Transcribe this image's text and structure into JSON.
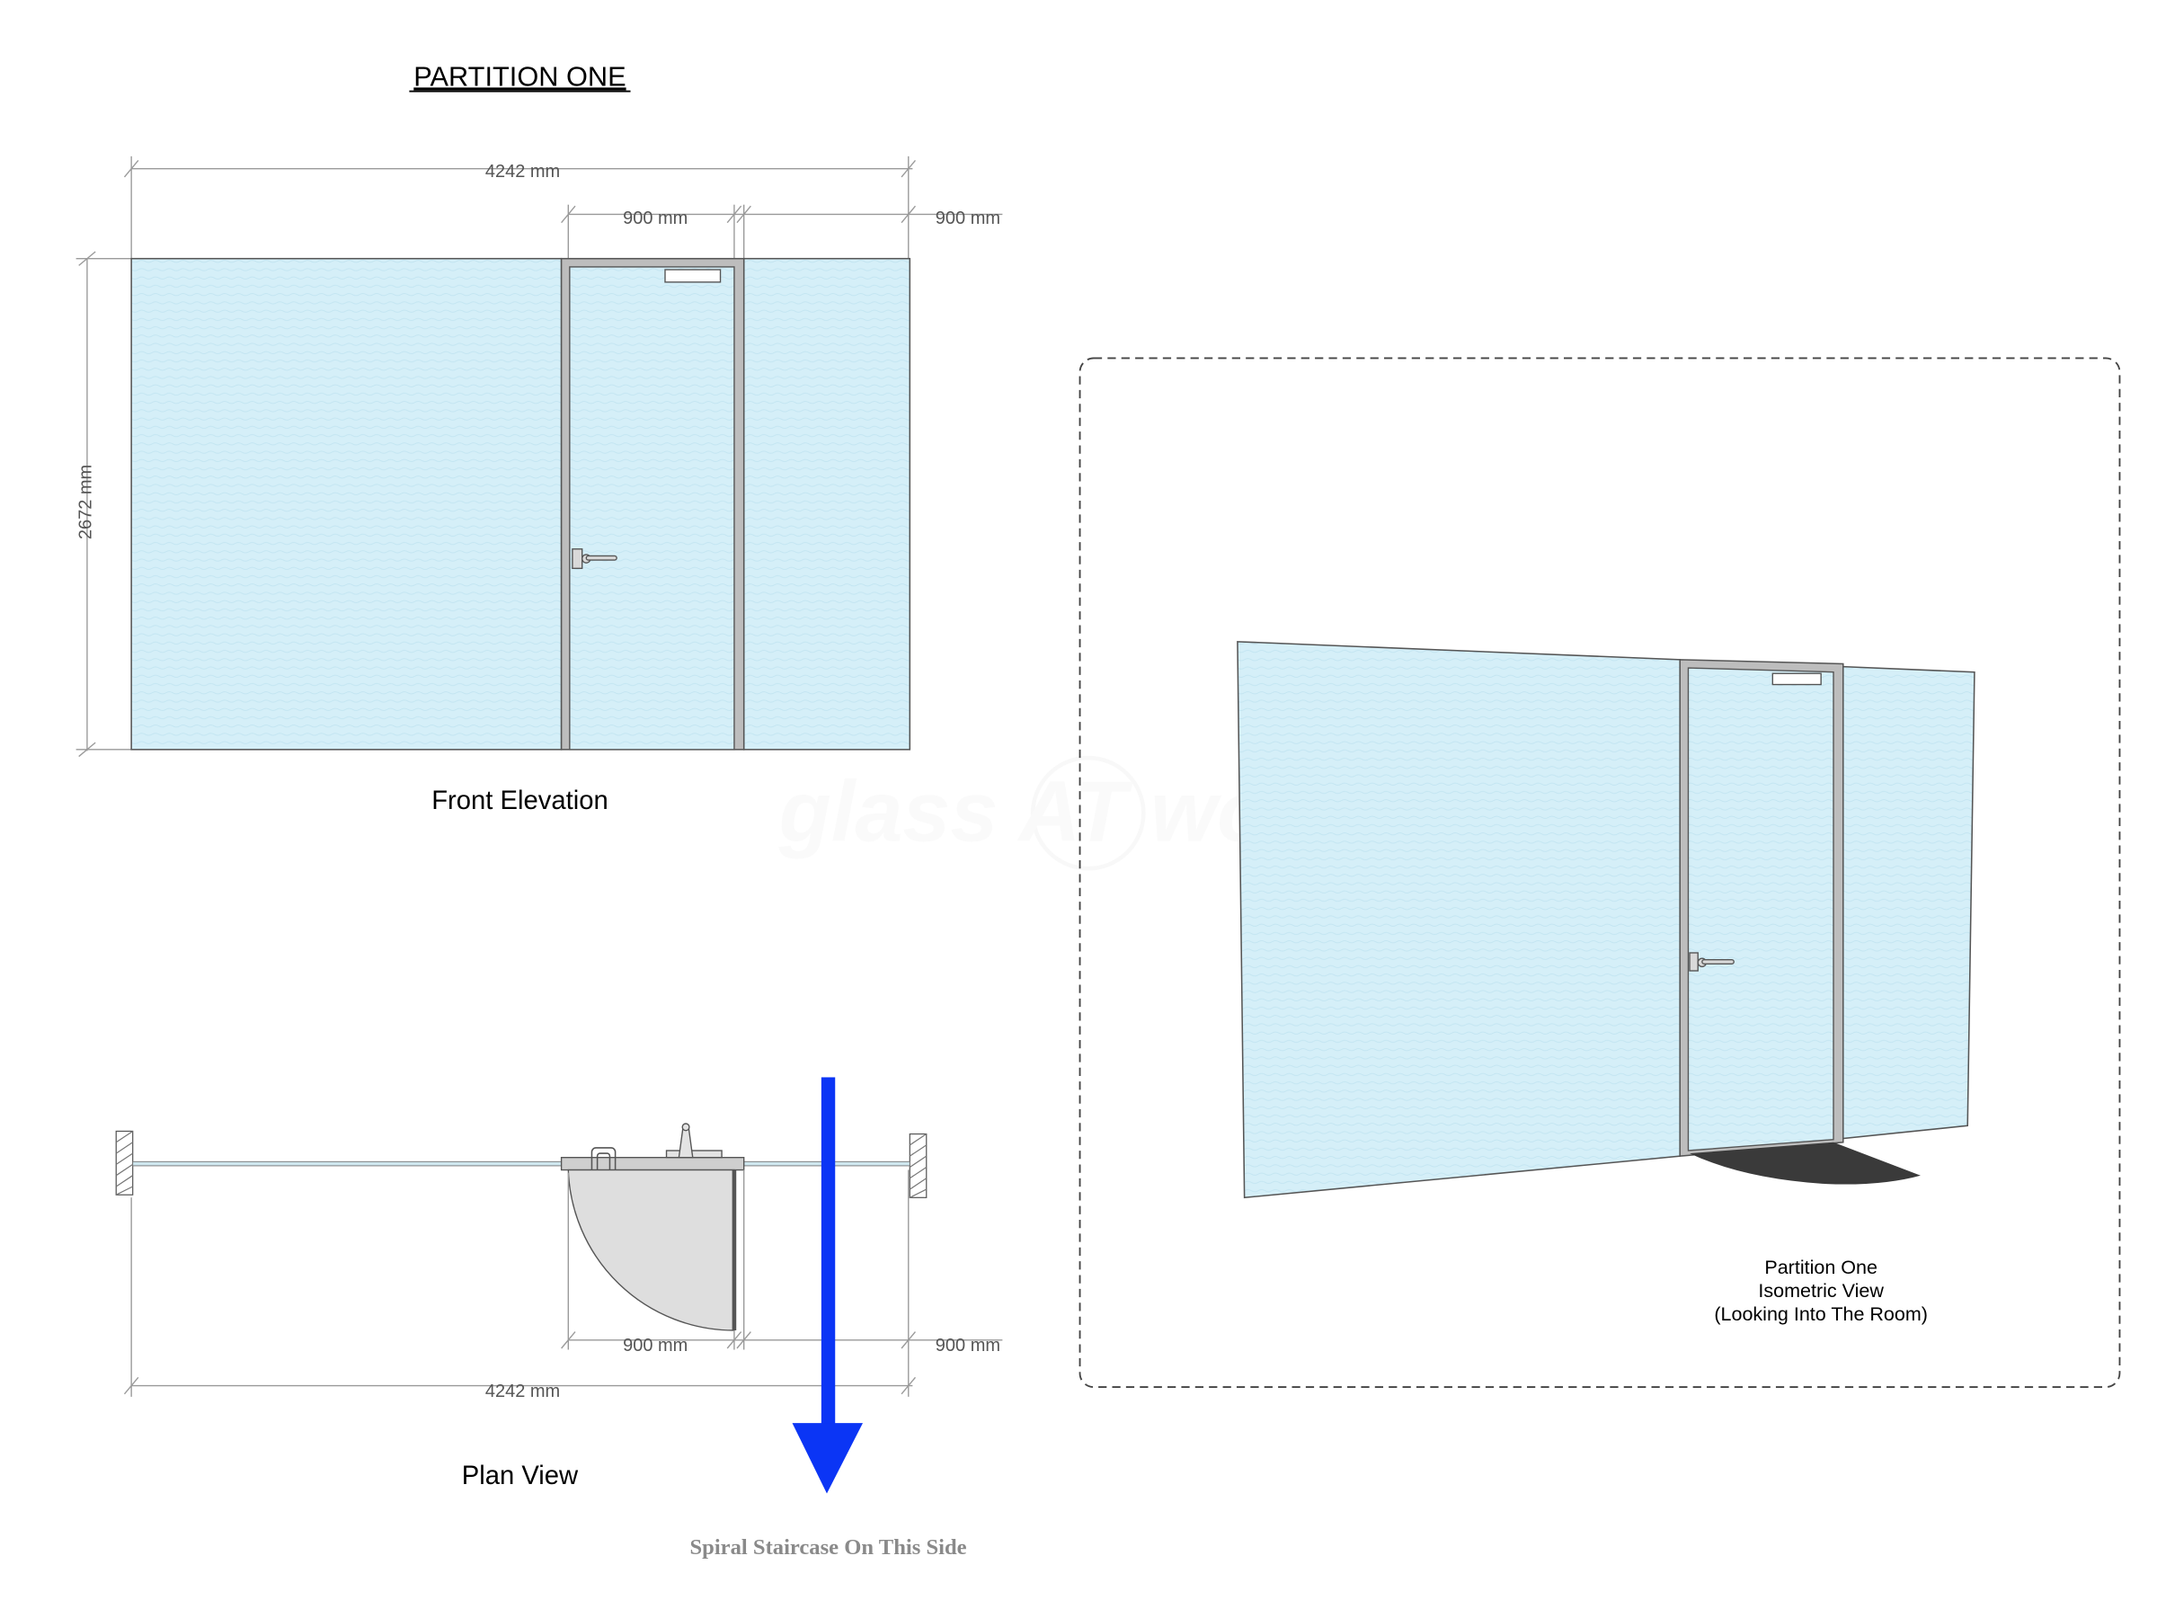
{
  "drawing": {
    "title": "PARTITION ONE",
    "front_elevation": {
      "label": "Front Elevation",
      "dim_total_width": "4242 mm",
      "dim_door_width": "900 mm",
      "dim_side_panel_width": "900 mm",
      "dim_height": "2672 mm"
    },
    "plan_view": {
      "label": "Plan View",
      "dim_door_width": "900 mm",
      "dim_side_panel_width": "900 mm",
      "dim_total_width": "4242 mm"
    },
    "isometric": {
      "caption_line1": "Partition One",
      "caption_line2": "Isometric View",
      "caption_line3": "(Looking Into The Room)"
    },
    "direction_note": "Spiral Staircase On This Side",
    "watermark": "glass AT work"
  },
  "colors": {
    "glass": "#d5eff8",
    "frame": "#b9b9b9",
    "outline": "#555555",
    "dimension_line": "#9a9a9a",
    "arrow": "#0b35f5",
    "door_swing": "#dedede",
    "floor_shadow": "#3a3a3a",
    "note_text": "#8a8a8a"
  }
}
